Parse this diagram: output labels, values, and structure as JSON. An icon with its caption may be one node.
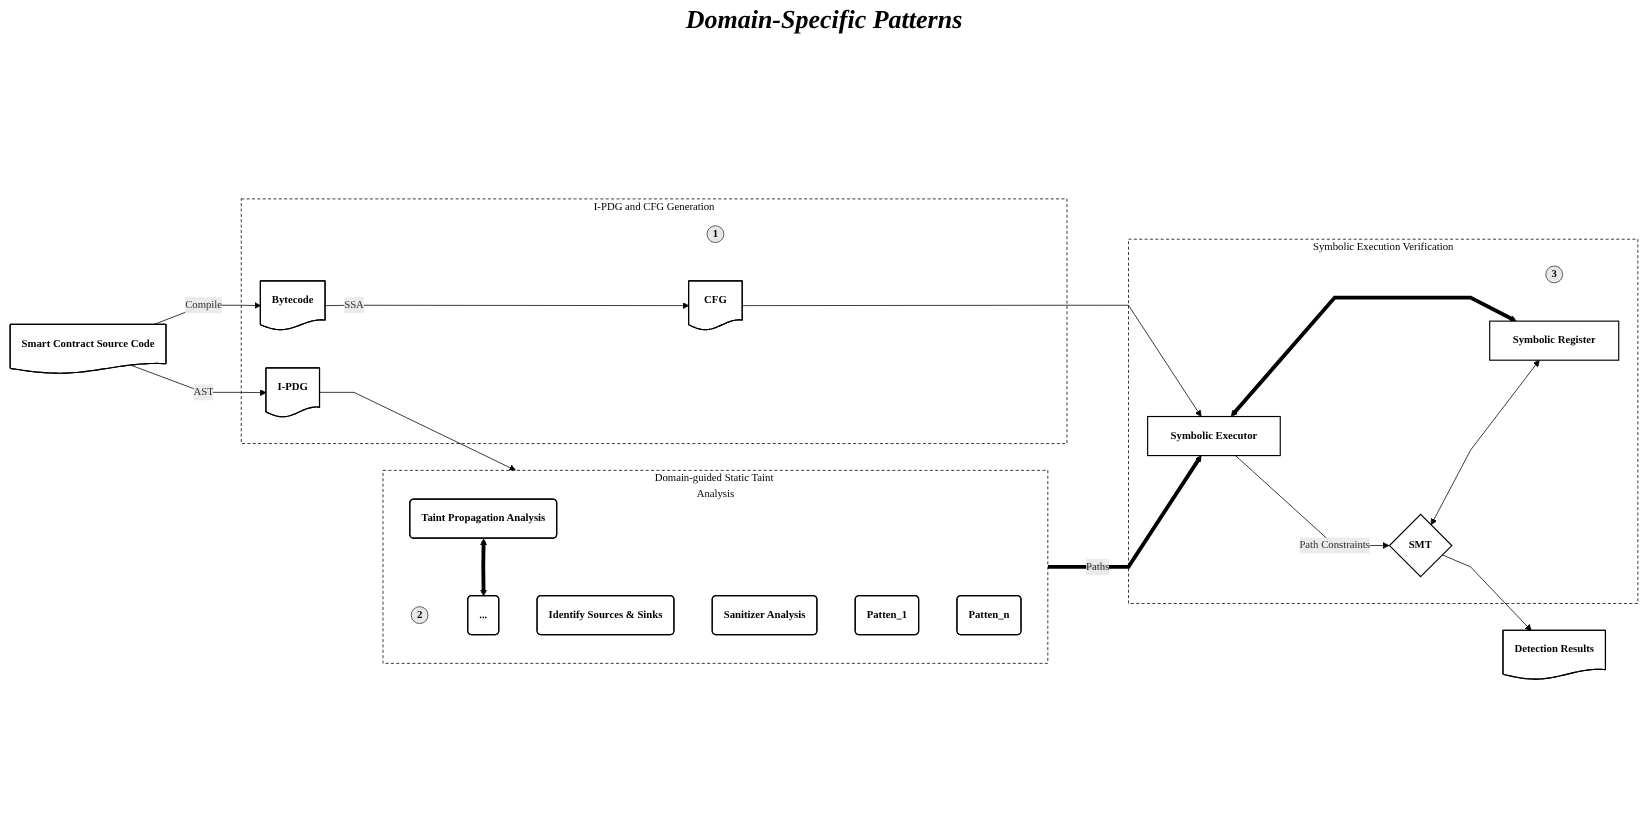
{
  "diagram": {
    "nodes": [
      {
        "text": [
          "I-PDG and CFG Generation"
        ]
      },
      {
        "text": [
          "1"
        ],
        "in": 0
      },
      {
        "text": [
          "I-PDG"
        ],
        "in": 0
      },
      {
        "text": [
          "Bytecode"
        ],
        "in": 0
      },
      {
        "text": [
          "CFG"
        ],
        "in": 0
      },
      {
        "text": [
          "Smart Contract Source Code"
        ]
      },
      {
        "text": [
          "Domain-guided Static Taint Analysis"
        ]
      },
      {
        "text": [
          "2"
        ],
        "in": 6
      },
      {
        "text": [
          "Identify Sources & Sinks"
        ],
        "in": 6
      },
      {
        "text": [
          "Taint Propagation Analysis"
        ],
        "in": 6
      },
      {
        "text": [
          "Sanitizer Analysis"
        ],
        "in": 6
      },
      {
        "text": [
          "Patten_1"
        ],
        "in": 6
      },
      {
        "text": [
          "..."
        ],
        "in": 6
      },
      {
        "text": [
          "Patten_n"
        ],
        "in": 6
      },
      {
        "text": [
          "Symbolic Execution Verification"
        ]
      },
      {
        "text": [
          "3"
        ],
        "in": 14
      },
      {
        "text": [
          "Symbolic Executor"
        ],
        "in": 14
      },
      {
        "text": [
          "Symbolic Register"
        ],
        "in": 14
      },
      {
        "text": [
          "SMT"
        ],
        "in": 14
      },
      {
        "text": [
          "Detection Results"
        ]
      }
    ],
    "edges": [
      {
        "from": 5,
        "to": 2,
        "arrow": "to",
        "label": "AST"
      },
      {
        "from": 5,
        "to": 3,
        "arrow": "to",
        "label": "Compile"
      },
      {
        "from": 3,
        "to": 4,
        "arrow": "to",
        "label": "SSA"
      },
      {
        "from": 2,
        "to": 6,
        "arrow": "to"
      },
      {
        "from": 4,
        "to": 16,
        "arrow": "to"
      },
      {
        "from": 9,
        "to": 12,
        "arrow": "both",
        "style": "thick"
      },
      {
        "from": 6,
        "to": 16,
        "arrow": "to",
        "style": "thick",
        "label": "Paths"
      },
      {
        "from": 16,
        "to": 17,
        "arrow": "both",
        "style": "thick"
      },
      {
        "from": 16,
        "to": 18,
        "arrow": "to",
        "label": "Path Constraints"
      },
      {
        "from": 18,
        "to": 17,
        "arrow": "both"
      },
      {
        "from": 18,
        "to": 19,
        "arrow": "to"
      }
    ],
    "labels": [
      "Domain-Specific Patterns"
    ]
  }
}
